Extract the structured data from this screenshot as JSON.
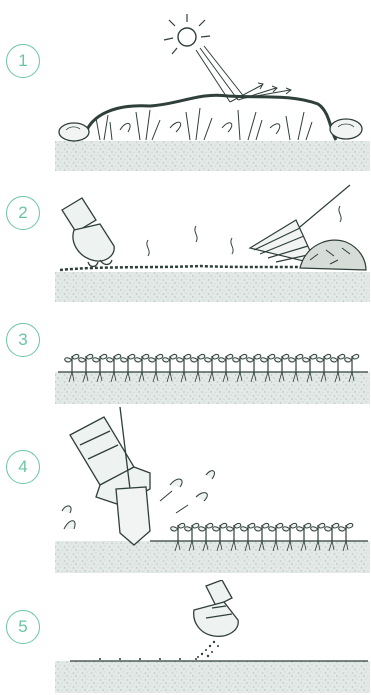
{
  "steps": [
    {
      "number": "1",
      "icons": [
        "sun-icon",
        "tarp-icon",
        "rock-icon",
        "weeds-icon",
        "soil-icon"
      ]
    },
    {
      "number": "2",
      "icons": [
        "gloved-hand-icon",
        "rake-icon",
        "debris-pile-icon",
        "heat-wave-icon",
        "soil-icon"
      ]
    },
    {
      "number": "3",
      "icons": [
        "seedlings-icon",
        "soil-icon"
      ]
    },
    {
      "number": "4",
      "icons": [
        "boot-icon",
        "spade-icon",
        "flying-seedlings-icon",
        "seedlings-icon",
        "soil-icon"
      ]
    },
    {
      "number": "5",
      "icons": [
        "gloved-hand-icon",
        "falling-seeds-icon",
        "soil-icon"
      ]
    }
  ],
  "colors": {
    "ink": "#2f3f3b",
    "accent": "#6cc4a4",
    "soil": "#dde5e1",
    "soil_speckle": "#b9c6c1"
  }
}
